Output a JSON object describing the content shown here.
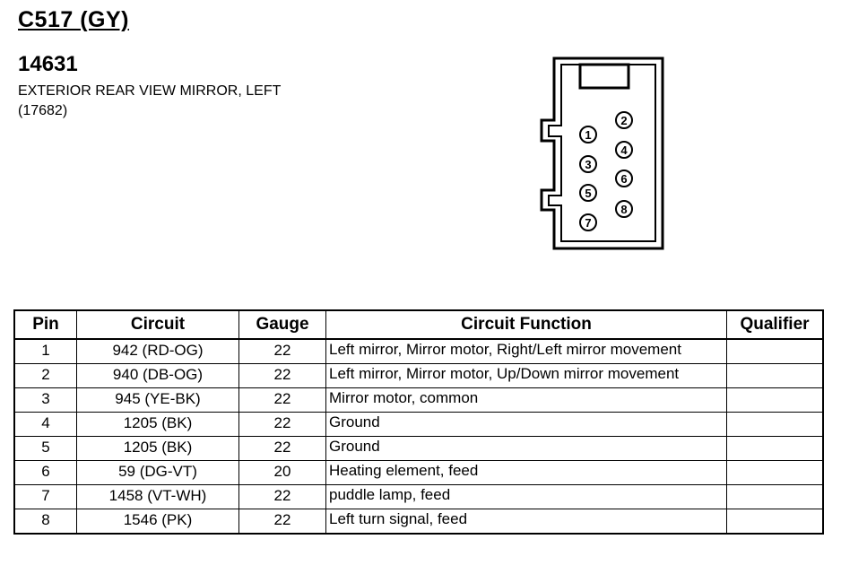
{
  "connector": {
    "id": "C517 (GY)",
    "part_number": "14631",
    "description": "EXTERIOR REAR VIEW MIRROR, LEFT",
    "reference": "(17682)",
    "pin_labels": [
      "1",
      "2",
      "3",
      "4",
      "5",
      "6",
      "7",
      "8"
    ]
  },
  "table": {
    "headers": [
      "Pin",
      "Circuit",
      "Gauge",
      "Circuit Function",
      "Qualifier"
    ],
    "rows": [
      {
        "pin": "1",
        "circuit": "942 (RD-OG)",
        "gauge": "22",
        "function": "Left mirror, Mirror motor, Right/Left mirror movement",
        "qualifier": ""
      },
      {
        "pin": "2",
        "circuit": "940 (DB-OG)",
        "gauge": "22",
        "function": "Left mirror, Mirror motor, Up/Down mirror movement",
        "qualifier": ""
      },
      {
        "pin": "3",
        "circuit": "945 (YE-BK)",
        "gauge": "22",
        "function": "Mirror motor, common",
        "qualifier": ""
      },
      {
        "pin": "4",
        "circuit": "1205 (BK)",
        "gauge": "22",
        "function": "Ground",
        "qualifier": ""
      },
      {
        "pin": "5",
        "circuit": "1205 (BK)",
        "gauge": "22",
        "function": "Ground",
        "qualifier": ""
      },
      {
        "pin": "6",
        "circuit": "59 (DG-VT)",
        "gauge": "20",
        "function": "Heating element, feed",
        "qualifier": ""
      },
      {
        "pin": "7",
        "circuit": "1458 (VT-WH)",
        "gauge": "22",
        "function": "puddle lamp, feed",
        "qualifier": ""
      },
      {
        "pin": "8",
        "circuit": "1546 (PK)",
        "gauge": "22",
        "function": "Left turn signal, feed",
        "qualifier": ""
      }
    ]
  }
}
